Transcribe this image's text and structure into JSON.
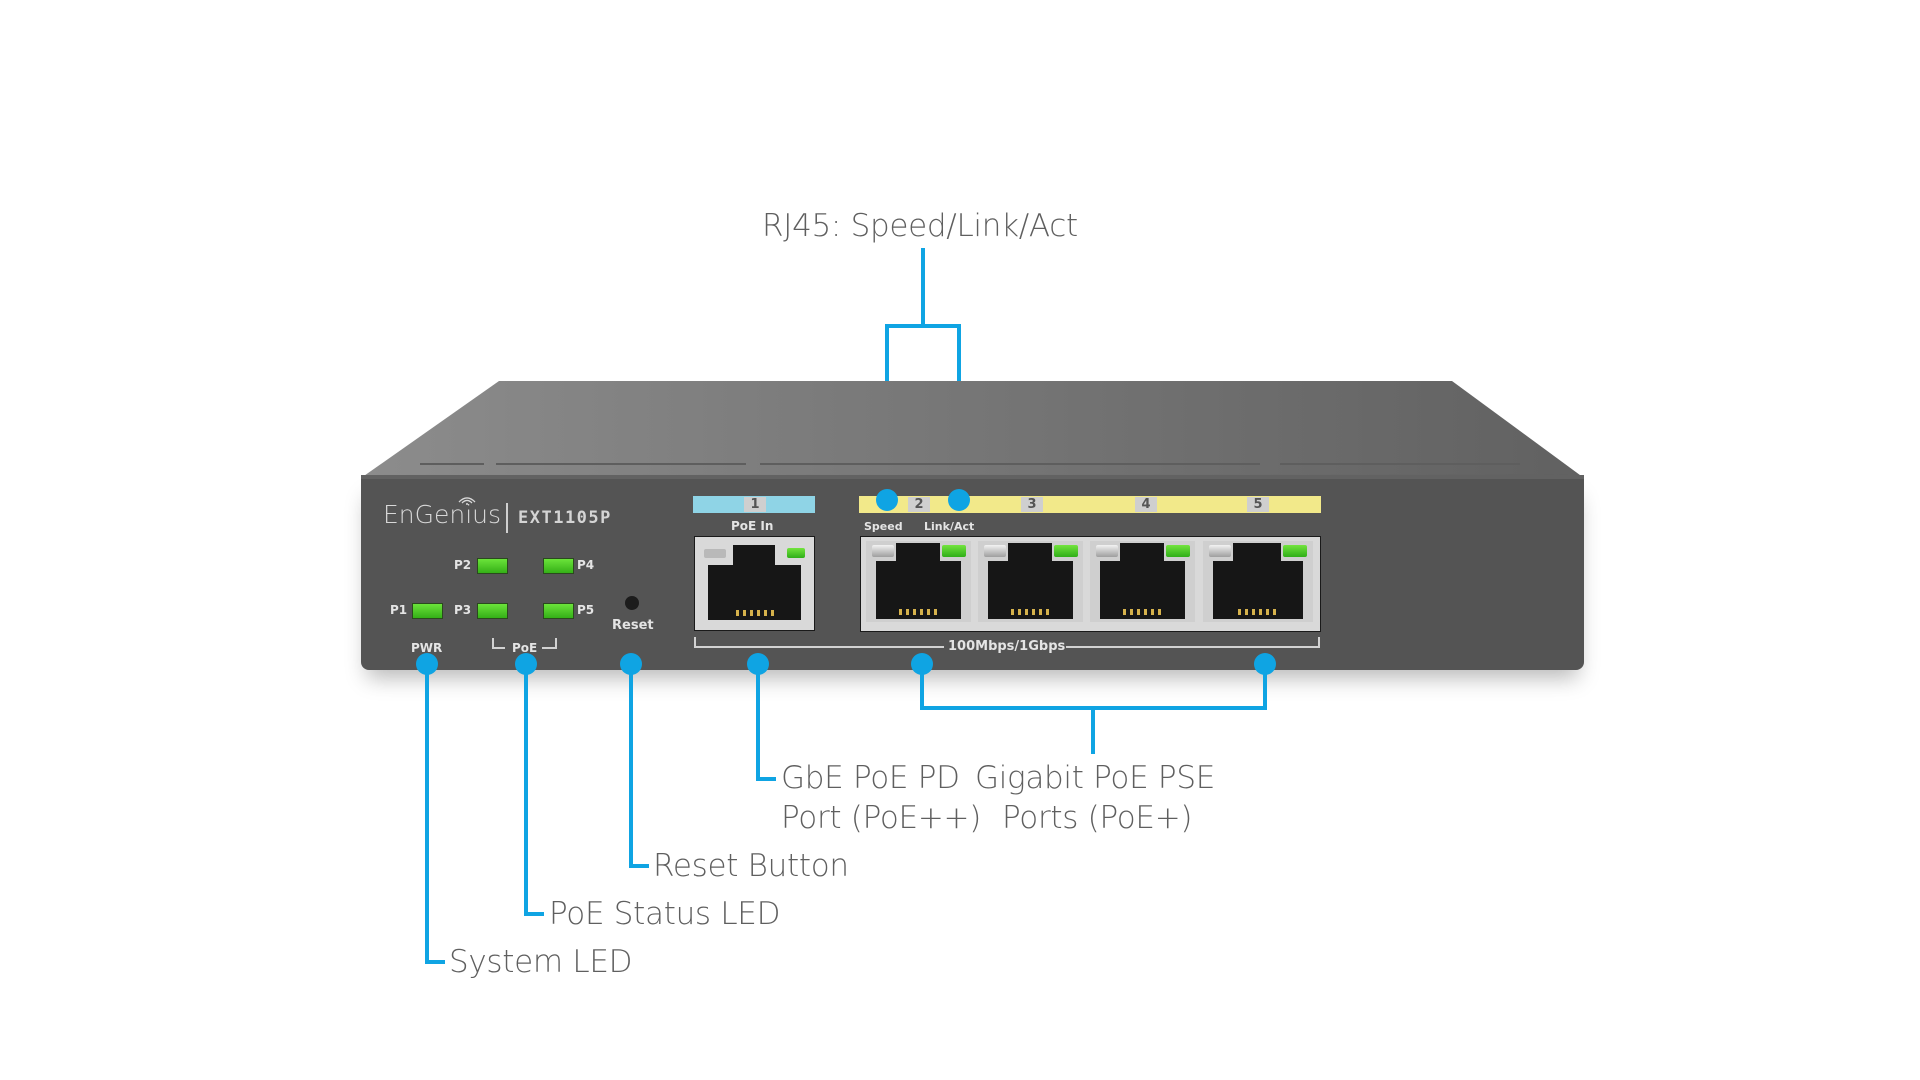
{
  "device": {
    "brand": "EnGenius",
    "model": "EXT1105P",
    "leds": {
      "pwr_led_label": "P1",
      "pwr_group_label": "PWR",
      "poe_led_labels": [
        "P2",
        "P3",
        "P4",
        "P5"
      ],
      "poe_group_label": "PoE"
    },
    "reset_label": "Reset",
    "ports": [
      {
        "number": "1",
        "sublabel": "PoE In",
        "strip_color": "#8fd4e6",
        "speed_led": "off",
        "link_led": "on"
      },
      {
        "number": "2",
        "strip_color": "#f2e98a",
        "speed_led": "on-white",
        "link_led": "on"
      },
      {
        "number": "3",
        "strip_color": "#f2e98a",
        "speed_led": "on-white",
        "link_led": "on"
      },
      {
        "number": "4",
        "strip_color": "#f2e98a",
        "speed_led": "on-white",
        "link_led": "on"
      },
      {
        "number": "5",
        "strip_color": "#f2e98a",
        "speed_led": "on-white",
        "link_led": "on"
      }
    ],
    "port_led_labels": {
      "speed": "Speed",
      "link": "Link/Act"
    },
    "speed_label": "100Mbps/1Gbps"
  },
  "callouts": {
    "rj45": "RJ45: Speed/Link/Act",
    "pd_port_line1": "GbE PoE PD",
    "pd_port_line2": "Port (PoE++)",
    "pse_ports_line1": "Gigabit PoE PSE",
    "pse_ports_line2": "Ports (PoE+)",
    "reset": "Reset Button",
    "poe_status": "PoE Status LED",
    "system_led": "System LED"
  },
  "colors": {
    "callout_accent": "#0fa4e3",
    "led_green": "#4fcf28",
    "chassis": "#545454"
  }
}
